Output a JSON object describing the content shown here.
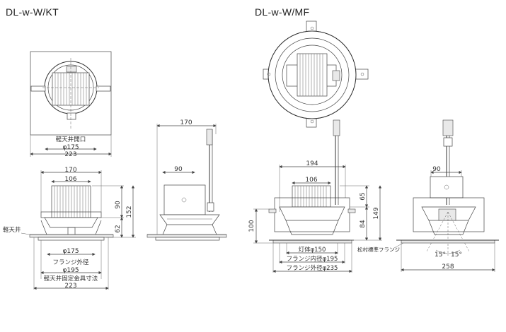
{
  "models": {
    "kt": "DL-w-W/KT",
    "mf": "DL-w-W/MF"
  },
  "kt_top": {
    "label": "軽天井開口",
    "phi": "φ175",
    "width": "223"
  },
  "kt_front": {
    "w170": "170",
    "w106": "106",
    "h90": "90",
    "h152": "152",
    "h62": "62",
    "ceiling": "軽天井",
    "phi175": "φ175",
    "flange_label": "フランジ外径",
    "phi195": "φ195",
    "fixing_label": "軽天井固定金具寸法",
    "w223": "223"
  },
  "kt_side": {
    "w170": "170",
    "w90": "90"
  },
  "mf_front": {
    "w194": "194",
    "w106": "106",
    "h65": "65",
    "h149": "149",
    "h84": "84",
    "h100": "100",
    "body_label": "灯体φ150",
    "inner_label": "フランジ内径φ195",
    "outer_label": "フランジ外径φ235"
  },
  "mf_side": {
    "w90": "90",
    "flange_label": "松村標準フランジ",
    "ang1": "15°",
    "ang2": "15°",
    "w258": "258"
  }
}
